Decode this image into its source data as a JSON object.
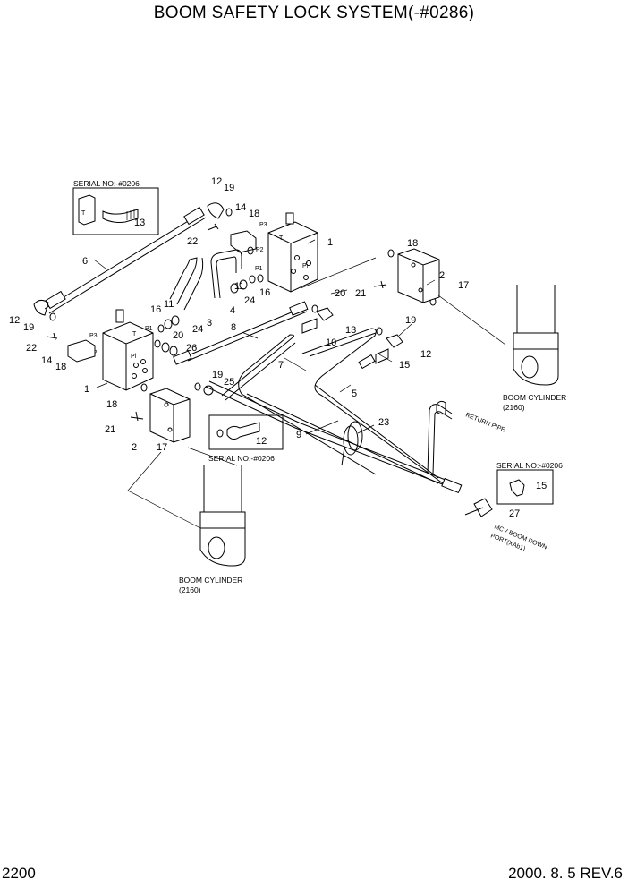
{
  "title": "BOOM SAFETY LOCK SYSTEM(-#0286)",
  "footer": {
    "page": "2200",
    "revision": "2000. 8. 5 REV.6"
  },
  "serial_note": "SERIAL NO:-#0206",
  "boom_cylinder": {
    "label": "BOOM CYLINDER",
    "part": "(2160)"
  },
  "return_pipe": "RETURN PIPE",
  "mcv_port": {
    "line1": "MCV BOOM DOWN",
    "line2": "PORT(XAb1)"
  },
  "port_labels": {
    "t": "T",
    "p1": "P1",
    "p2": "P2",
    "p3": "P3",
    "pi": "Pi"
  },
  "part_numbers": {
    "n1": "1",
    "n2": "2",
    "n4": "4",
    "n5": "5",
    "n6": "6",
    "n7": "7",
    "n8": "8",
    "n9": "9",
    "n10": "10",
    "n11": "11",
    "n12": "12",
    "n13": "13",
    "n14": "14",
    "n15": "15",
    "n16": "16",
    "n17": "17",
    "n18": "18",
    "n19": "19",
    "n20": "20",
    "n21": "21",
    "n22": "22",
    "n23": "23",
    "n24": "24",
    "n25": "25",
    "n26": "26",
    "n27": "27",
    "n3": "3"
  }
}
